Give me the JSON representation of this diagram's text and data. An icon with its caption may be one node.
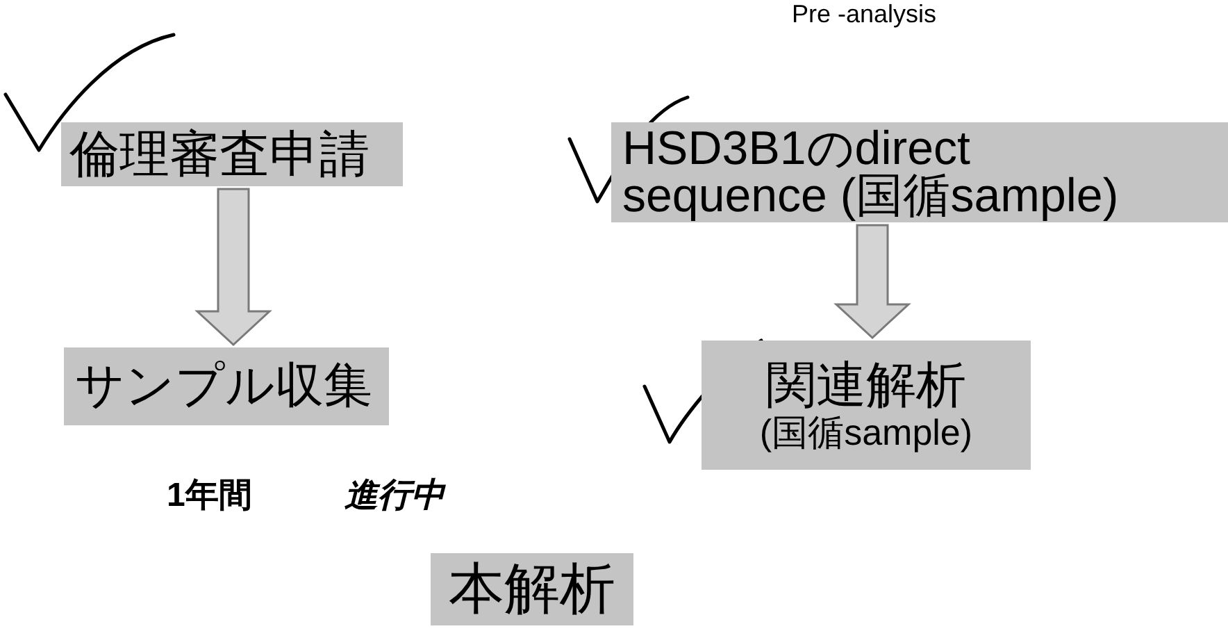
{
  "diagram": {
    "nodes": [
      {
        "text": [
          "倫理審査申請"
        ]
      },
      {
        "text": [
          "HSD3B1のdirect sequence (国循sample)"
        ]
      },
      {
        "text": [
          "サンプル収集"
        ]
      },
      {
        "text": [
          "関連解析",
          "(国循sample)"
        ]
      },
      {
        "text": [
          "本解析"
        ]
      }
    ],
    "edges": [
      {
        "from": 0,
        "to": 2,
        "arrow": "to"
      },
      {
        "from": 1,
        "to": 3,
        "arrow": "to"
      }
    ],
    "labels": [
      "Pre -analysis",
      "1年間",
      "進行中"
    ]
  }
}
